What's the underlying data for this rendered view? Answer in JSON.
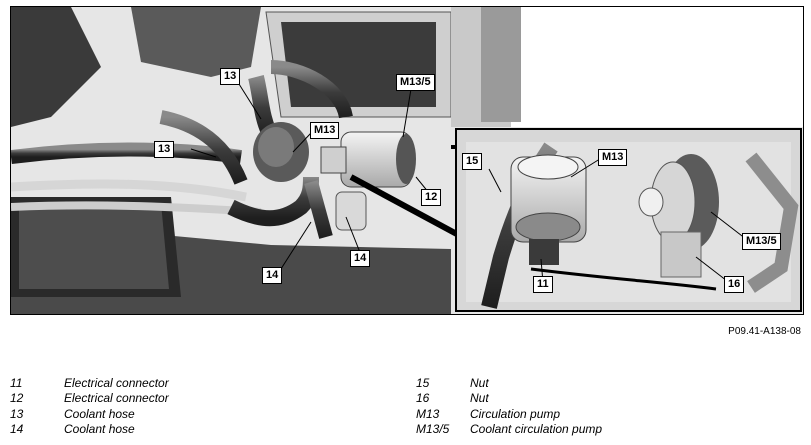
{
  "figure": {
    "callouts": [
      "13",
      "M13/5",
      "M13",
      "13",
      "12",
      "14",
      "14",
      "15",
      "M13",
      "M13/5",
      "11",
      "16"
    ],
    "reference": "P09.41-A138-08"
  },
  "legend": [
    {
      "code": "11",
      "text": "Electrical connector"
    },
    {
      "code": "12",
      "text": "Electrical connector"
    },
    {
      "code": "13",
      "text": "Coolant hose"
    },
    {
      "code": "14",
      "text": "Coolant hose"
    },
    {
      "code": "15",
      "text": "Nut"
    },
    {
      "code": "16",
      "text": "Nut"
    },
    {
      "code": "M13",
      "text": "Circulation pump"
    },
    {
      "code": "M13/5",
      "text": "Coolant circulation pump"
    }
  ]
}
